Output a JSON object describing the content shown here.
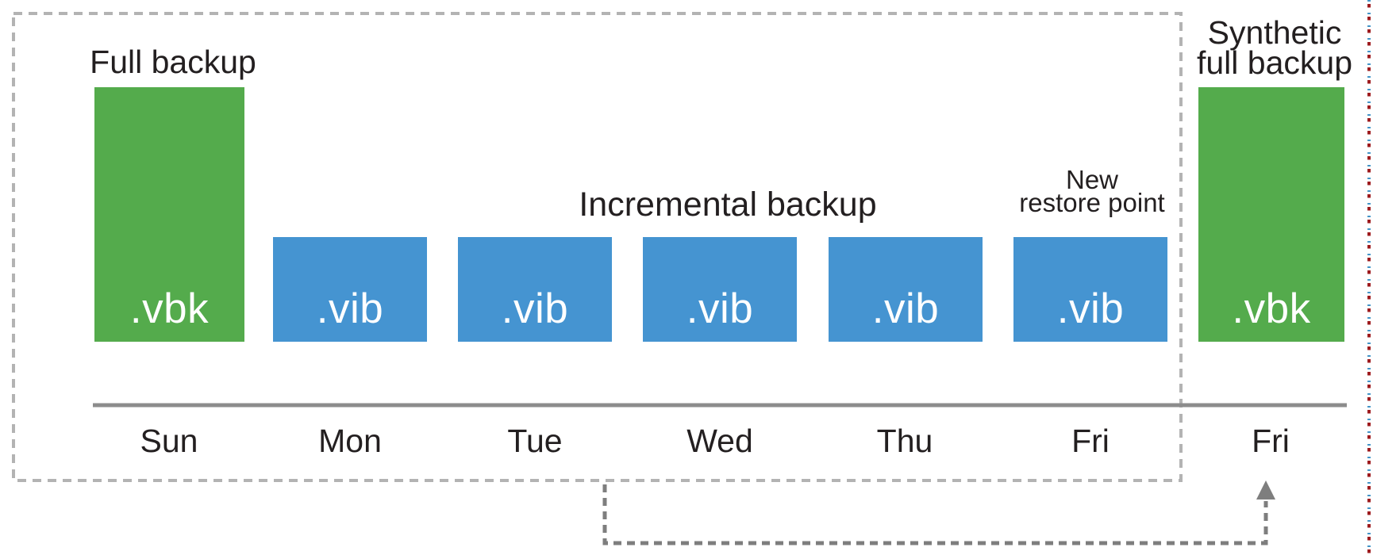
{
  "diagram": {
    "subject": "synthetic-full-backup-schedule",
    "labels": {
      "full_backup": "Full backup",
      "incremental_backup": "Incremental backup",
      "new_restore_point": {
        "line1": "New",
        "line2": "restore point"
      },
      "synthetic_full_backup": {
        "line1": "Synthetic",
        "line2": "full backup"
      }
    },
    "bars": [
      {
        "day": "Sun",
        "file": ".vbk",
        "kind": "full-backup"
      },
      {
        "day": "Mon",
        "file": ".vib",
        "kind": "incremental-backup"
      },
      {
        "day": "Tue",
        "file": ".vib",
        "kind": "incremental-backup"
      },
      {
        "day": "Wed",
        "file": ".vib",
        "kind": "incremental-backup"
      },
      {
        "day": "Thu",
        "file": ".vib",
        "kind": "incremental-backup"
      },
      {
        "day": "Fri",
        "file": ".vib",
        "kind": "incremental-backup"
      },
      {
        "day": "Fri",
        "file": ".vbk",
        "kind": "synthetic-full-backup"
      }
    ],
    "timeline": {
      "days": [
        "Sun",
        "Mon",
        "Tue",
        "Wed",
        "Thu",
        "Fri",
        "Fri"
      ]
    },
    "colors": {
      "full_backup_green": "#54ab4c",
      "incremental_blue": "#4594d1",
      "timeline_gray": "#8c8c8c",
      "box_border_gray": "#b3b3b3",
      "arrow_gray": "#7e7e7e",
      "text_dark": "#231f20",
      "bar_text_white": "#ffffff",
      "edge_mark_red": "#9e1b1e",
      "edge_mark_blue": "#4596c8"
    }
  }
}
